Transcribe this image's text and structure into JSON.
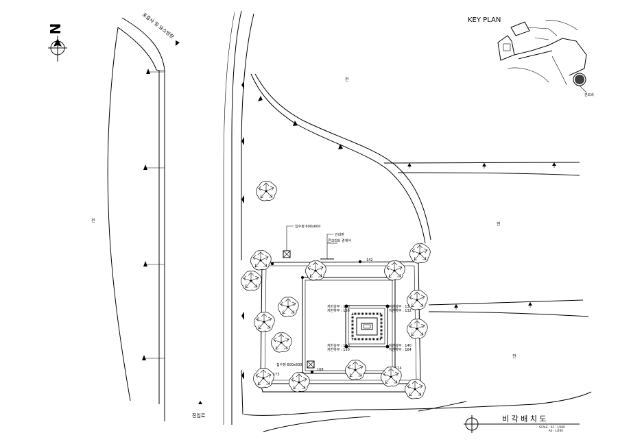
{
  "north_arrow": {
    "label": "N"
  },
  "key_plan": {
    "title": "KEY PLAN",
    "marker_label": "관도비"
  },
  "road_direction": {
    "label": "포충사 및 묘소방향"
  },
  "entrance": {
    "label": "진입로"
  },
  "field_labels": [
    "전",
    "전",
    "전",
    "전"
  ],
  "annotations": {
    "catch_basin_top": "집수정 600x600",
    "guide_board": "안내판",
    "concrete_curb": "콘크리트 경계석",
    "catch_basin_bottom": "집수정 600x600",
    "dim_142": "142",
    "dim_168": "168",
    "dim_174": "174",
    "dim_173": "173",
    "level_tl_1": "지반상부 : 130",
    "level_tl_2": "지반하부 : 130",
    "level_tr_1": "지반상부 : 130",
    "level_tr_2": "지반하부 : 132",
    "level_bl_1": "지반상부 : 140",
    "level_bl_2": "지반하부 : 150",
    "level_br_1": "지반상부 : 140",
    "level_br_2": "지반하부 : 164"
  },
  "title_block": {
    "title": "비 각 배 치 도",
    "scale_line1": "SCALE : A1 - 1/100",
    "scale_line2": "A3 - 1/200"
  }
}
